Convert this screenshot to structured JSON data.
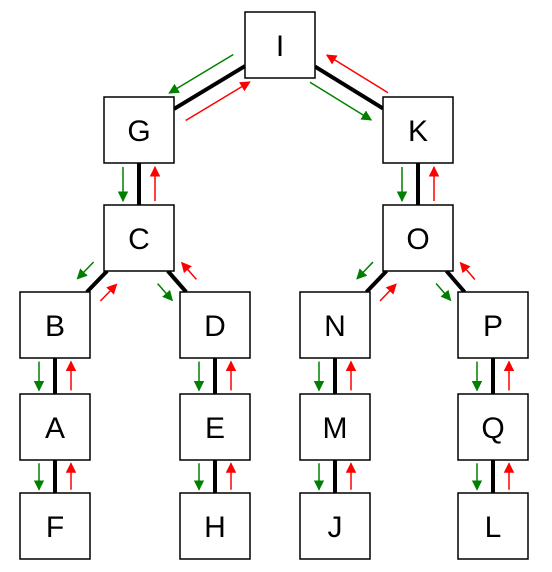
{
  "diagram": {
    "nodes": [
      {
        "id": "I",
        "label": "I"
      },
      {
        "id": "G",
        "label": "G"
      },
      {
        "id": "K",
        "label": "K"
      },
      {
        "id": "C",
        "label": "C"
      },
      {
        "id": "O",
        "label": "O"
      },
      {
        "id": "B",
        "label": "B"
      },
      {
        "id": "D",
        "label": "D"
      },
      {
        "id": "N",
        "label": "N"
      },
      {
        "id": "P",
        "label": "P"
      },
      {
        "id": "A",
        "label": "A"
      },
      {
        "id": "E",
        "label": "E"
      },
      {
        "id": "M",
        "label": "M"
      },
      {
        "id": "Q",
        "label": "Q"
      },
      {
        "id": "F",
        "label": "F"
      },
      {
        "id": "H",
        "label": "H"
      },
      {
        "id": "J",
        "label": "J"
      },
      {
        "id": "L",
        "label": "L"
      }
    ],
    "edges": [
      {
        "parent": "I",
        "child": "G"
      },
      {
        "parent": "I",
        "child": "K"
      },
      {
        "parent": "G",
        "child": "C"
      },
      {
        "parent": "K",
        "child": "O"
      },
      {
        "parent": "C",
        "child": "B"
      },
      {
        "parent": "C",
        "child": "D"
      },
      {
        "parent": "O",
        "child": "N"
      },
      {
        "parent": "O",
        "child": "P"
      },
      {
        "parent": "B",
        "child": "A"
      },
      {
        "parent": "D",
        "child": "E"
      },
      {
        "parent": "N",
        "child": "M"
      },
      {
        "parent": "P",
        "child": "Q"
      },
      {
        "parent": "A",
        "child": "F"
      },
      {
        "parent": "E",
        "child": "H"
      },
      {
        "parent": "M",
        "child": "J"
      },
      {
        "parent": "Q",
        "child": "L"
      }
    ],
    "colors": {
      "box_fill": "#ffffff",
      "box_stroke": "#000000",
      "edge": "#000000",
      "down_arrow": "#008000",
      "up_arrow": "#ff0000",
      "text": "#000000"
    }
  }
}
